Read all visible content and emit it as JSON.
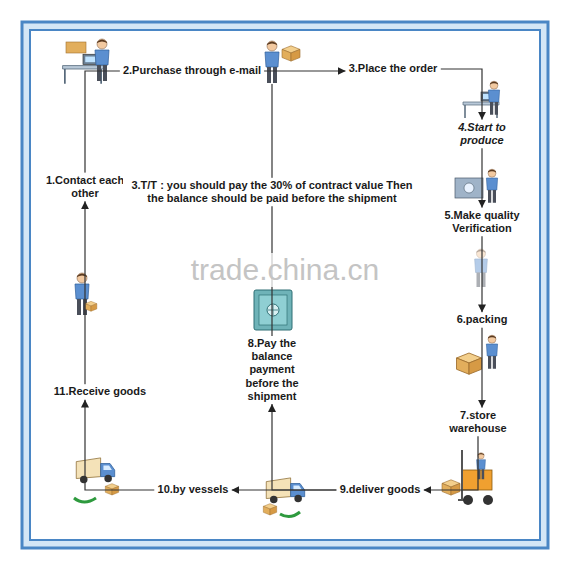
{
  "diagram": {
    "nodes": [
      {
        "text": [
          "1.Contact each other"
        ]
      },
      {
        "text": [
          "2.Purchase through e-mail"
        ]
      },
      {
        "text": [
          "3.Place the order"
        ]
      },
      {
        "text": [
          "4.Start to produce"
        ]
      },
      {
        "text": [
          "5.Make quality Verification"
        ]
      },
      {
        "text": [
          "6.packing"
        ]
      },
      {
        "text": [
          "7.store warehouse"
        ]
      },
      {
        "text": [
          "9.deliver goods"
        ]
      },
      {
        "text": [
          "10.by vessels"
        ]
      },
      {
        "text": [
          "11.Receive goods"
        ]
      },
      {
        "text": [
          "8.Pay the balance payment before the shipment"
        ]
      },
      {
        "text": [
          "3.T/T : you should pay the 30% of contract value Then the balance should be paid before the shipment"
        ]
      }
    ],
    "edges": [
      {
        "from": 0,
        "to": 1,
        "arrow": "none"
      },
      {
        "from": 1,
        "to": 2,
        "arrow": "to"
      },
      {
        "from": 2,
        "to": 3,
        "arrow": "to"
      },
      {
        "from": 3,
        "to": 4,
        "arrow": "to"
      },
      {
        "from": 4,
        "to": 5,
        "arrow": "to"
      },
      {
        "from": 5,
        "to": 6,
        "arrow": "to"
      },
      {
        "from": 6,
        "to": 7,
        "arrow": "to"
      },
      {
        "from": 7,
        "to": 8,
        "arrow": "to"
      },
      {
        "from": 8,
        "to": 9,
        "arrow": "to"
      },
      {
        "from": 9,
        "to": 0,
        "arrow": "to"
      },
      {
        "from": 7,
        "to": 10,
        "arrow": "to"
      },
      {
        "from": 10,
        "to": 11,
        "arrow": "none"
      }
    ],
    "labels": [
      "trade.china.cn"
    ]
  }
}
